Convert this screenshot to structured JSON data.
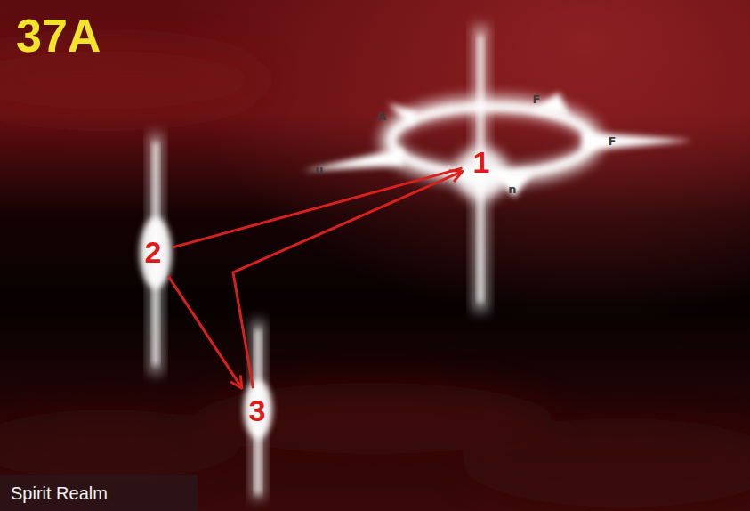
{
  "diagram": {
    "title": "37A",
    "nodes": [
      {
        "text": [
          "1"
        ]
      },
      {
        "text": [
          "2"
        ]
      },
      {
        "text": [
          "3"
        ]
      }
    ],
    "edges": [
      {
        "from": 0,
        "to": 1,
        "arrow": "none"
      },
      {
        "from": 1,
        "to": 2,
        "arrow": "to"
      },
      {
        "from": 2,
        "to": 0,
        "arrow": "to"
      }
    ],
    "labels": [
      "A",
      "F",
      "F",
      "n",
      "u",
      "Spirit Realm"
    ]
  }
}
